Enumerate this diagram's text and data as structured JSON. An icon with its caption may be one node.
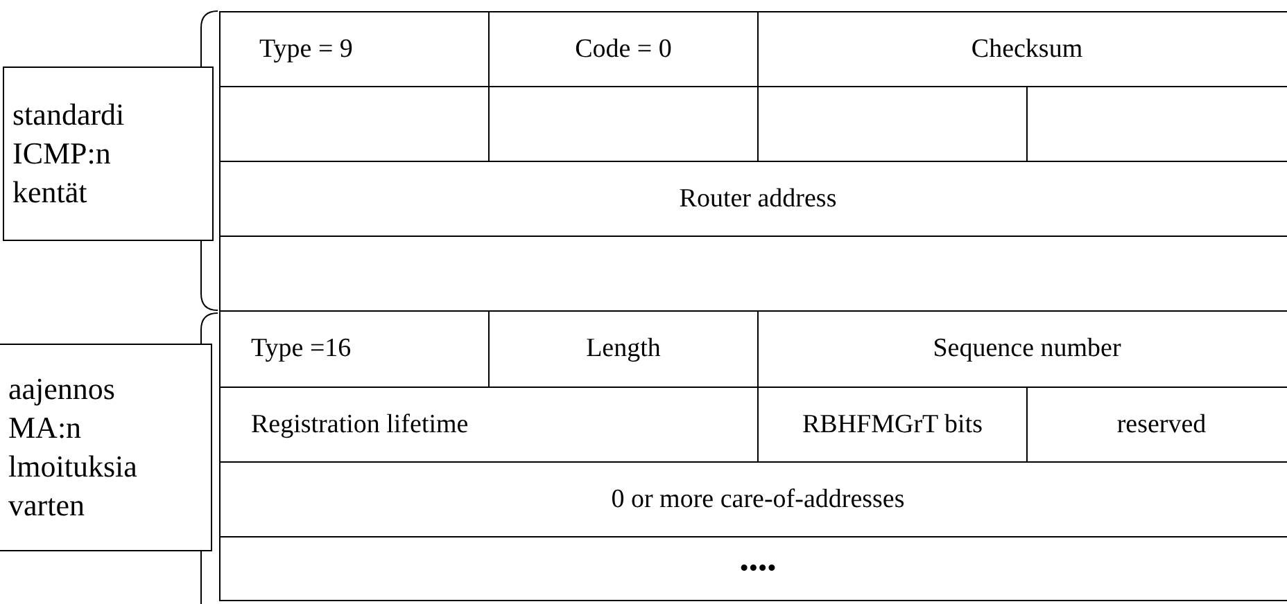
{
  "diagram": {
    "nodes": [
      {
        "text": [
          "standardi ICMP:n kentät"
        ]
      },
      {
        "text": [
          "aajennos MA:n lmoituksia varten"
        ]
      },
      {
        "text": [
          "Type = 9"
        ]
      },
      {
        "text": [
          "Code = 0"
        ]
      },
      {
        "text": [
          "Checksum"
        ]
      },
      {
        "text": [],
        "shape": "box"
      },
      {
        "text": [],
        "shape": "box"
      },
      {
        "text": [],
        "shape": "box"
      },
      {
        "text": [],
        "shape": "box"
      },
      {
        "text": [
          "Router address"
        ]
      },
      {
        "text": [],
        "shape": "box"
      },
      {
        "text": [
          "Type =16"
        ]
      },
      {
        "text": [
          "Length"
        ]
      },
      {
        "text": [
          "Sequence number"
        ]
      },
      {
        "text": [
          "Registration lifetime"
        ]
      },
      {
        "text": [
          "RBHFMGrT bits"
        ]
      },
      {
        "text": [
          "reserved"
        ]
      },
      {
        "text": [
          "0 or more care-of-addresses"
        ]
      },
      {
        "text": [
          "••••"
        ]
      }
    ]
  }
}
